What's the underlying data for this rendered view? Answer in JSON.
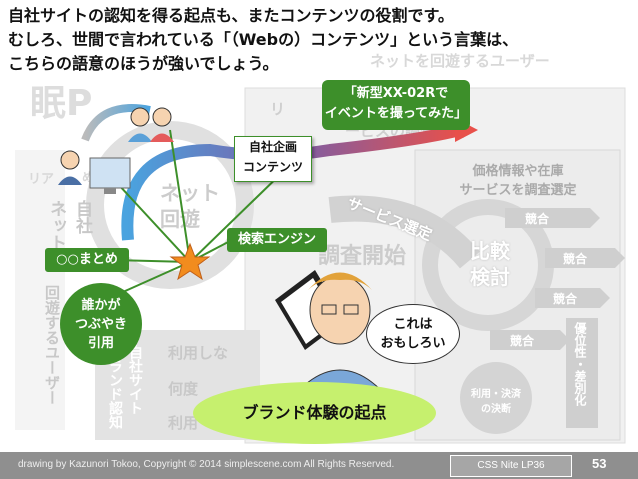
{
  "header": {
    "line1": "自社サイトの認知を得る起点も、またコンテンツの役割です。",
    "line2": "むしろ、世間で言われている「（Webの）コンテンツ」という言葉は、",
    "line3": "こちらの語意のほうが強いでしょう。"
  },
  "labels": {
    "new_model": "「新型XX-02Rで\nイベントを撮ってみた」",
    "own_content": "自社企画\nコンテンツ",
    "search_engine": "検索エンジン",
    "matome": "○○まとめ",
    "someone_tweets": "誰かが\nつぶやき\n引用",
    "interesting": "これは\nおもしろい",
    "brand_start": "ブランド体験の起点",
    "price_research": "価格情報や在庫\nサービスを調査選定",
    "compare": "比較\n検討",
    "competitor": "競合",
    "payment": "利用・決済\nの決断",
    "superiority": "優位性・差別化",
    "service_select": "サービス選定"
  },
  "background_text": {
    "top_right_1": "リ　　　　　格情報を収集",
    "top_right_2": "　　　　　ービスの調査開始",
    "top_banner": "ネットを回遊するユーザー",
    "real_left": "リア",
    "meguri": "めぐり",
    "net_kai": "ネット\n回遊",
    "research_start": "調査開始",
    "left_vertical_1": "ネット",
    "left_vertical_2": "回遊するユーザー",
    "left_vertical_3": "自社",
    "site_brand": "自社サイト\nブランド認知",
    "row1": "利用しな",
    "row2": "何度",
    "row3": "利用"
  },
  "footer": {
    "credit": "drawing by Kazunori Tokoo, Copyright © 2014 simplescene.com All Rights Reserved.",
    "event": "CSS Nite LP36",
    "page": "53"
  },
  "colors": {
    "accent_green": "#3d8f2a",
    "bubble_green": "#c6f06e",
    "star_orange": "#f28c1e",
    "footer_gray": "#8f8f8f"
  }
}
